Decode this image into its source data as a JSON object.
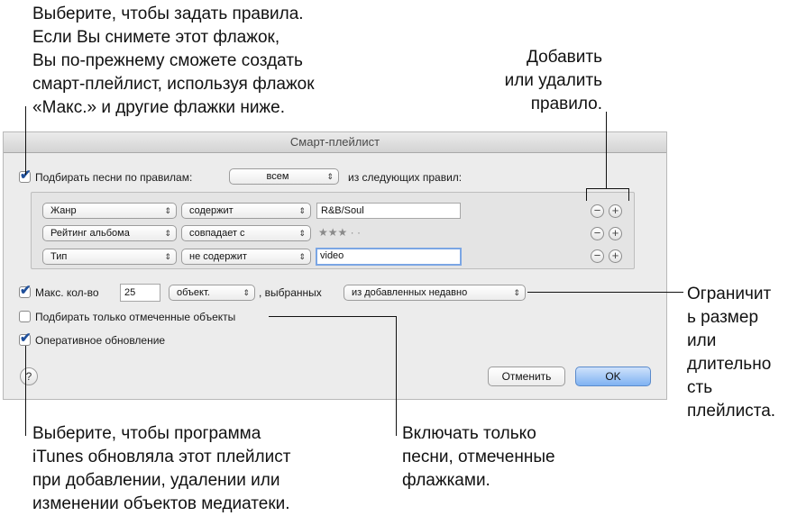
{
  "callouts": {
    "top_left": "Выберите, чтобы задать правила.\nЕсли Вы снимете этот флажок,\nВы по-прежнему сможете создать\nсмарт-плейлист, используя флажок\n«Макс.» и другие флажки ниже.",
    "top_right": "Добавить\nили удалить\nправило.",
    "right": "Ограничит\nь размер\nили\nдлительно\nсть\nплейлиста.",
    "bottom_left": "Выберите, чтобы программа\niTunes обновляла этот плейлист\nпри добавлении, удалении или\nизменении объектов медиатеки.",
    "bottom_mid": "Включать только\nпесни, отмеченные\nфлажками."
  },
  "dialog": {
    "title": "Смарт-плейлист",
    "match_label": "Подбирать песни по правилам:",
    "match_value": "всем",
    "match_suffix": "из следующих правил:",
    "rules": [
      {
        "field": "Жанр",
        "operator": "содержит",
        "value": "R&B/Soul"
      },
      {
        "field": "Рейтинг альбома",
        "operator": "совпадает с",
        "value": "★★★ · ·"
      },
      {
        "field": "Тип",
        "operator": "не содержит",
        "value": "video"
      }
    ],
    "limit_label": "Макс. кол-во",
    "limit_value": "25",
    "limit_unit": "объект.",
    "limit_selected_label": ", выбранных",
    "limit_selected_by": "из добавленных недавно",
    "checked_only_label": "Подбирать только отмеченные объекты",
    "live_update_label": "Оперативное обновление",
    "help": "?",
    "cancel": "Отменить",
    "ok": "OK"
  },
  "icons": {
    "checkmark": "✔",
    "popup_arrows": "⇕",
    "minus": "−",
    "plus": "+"
  }
}
